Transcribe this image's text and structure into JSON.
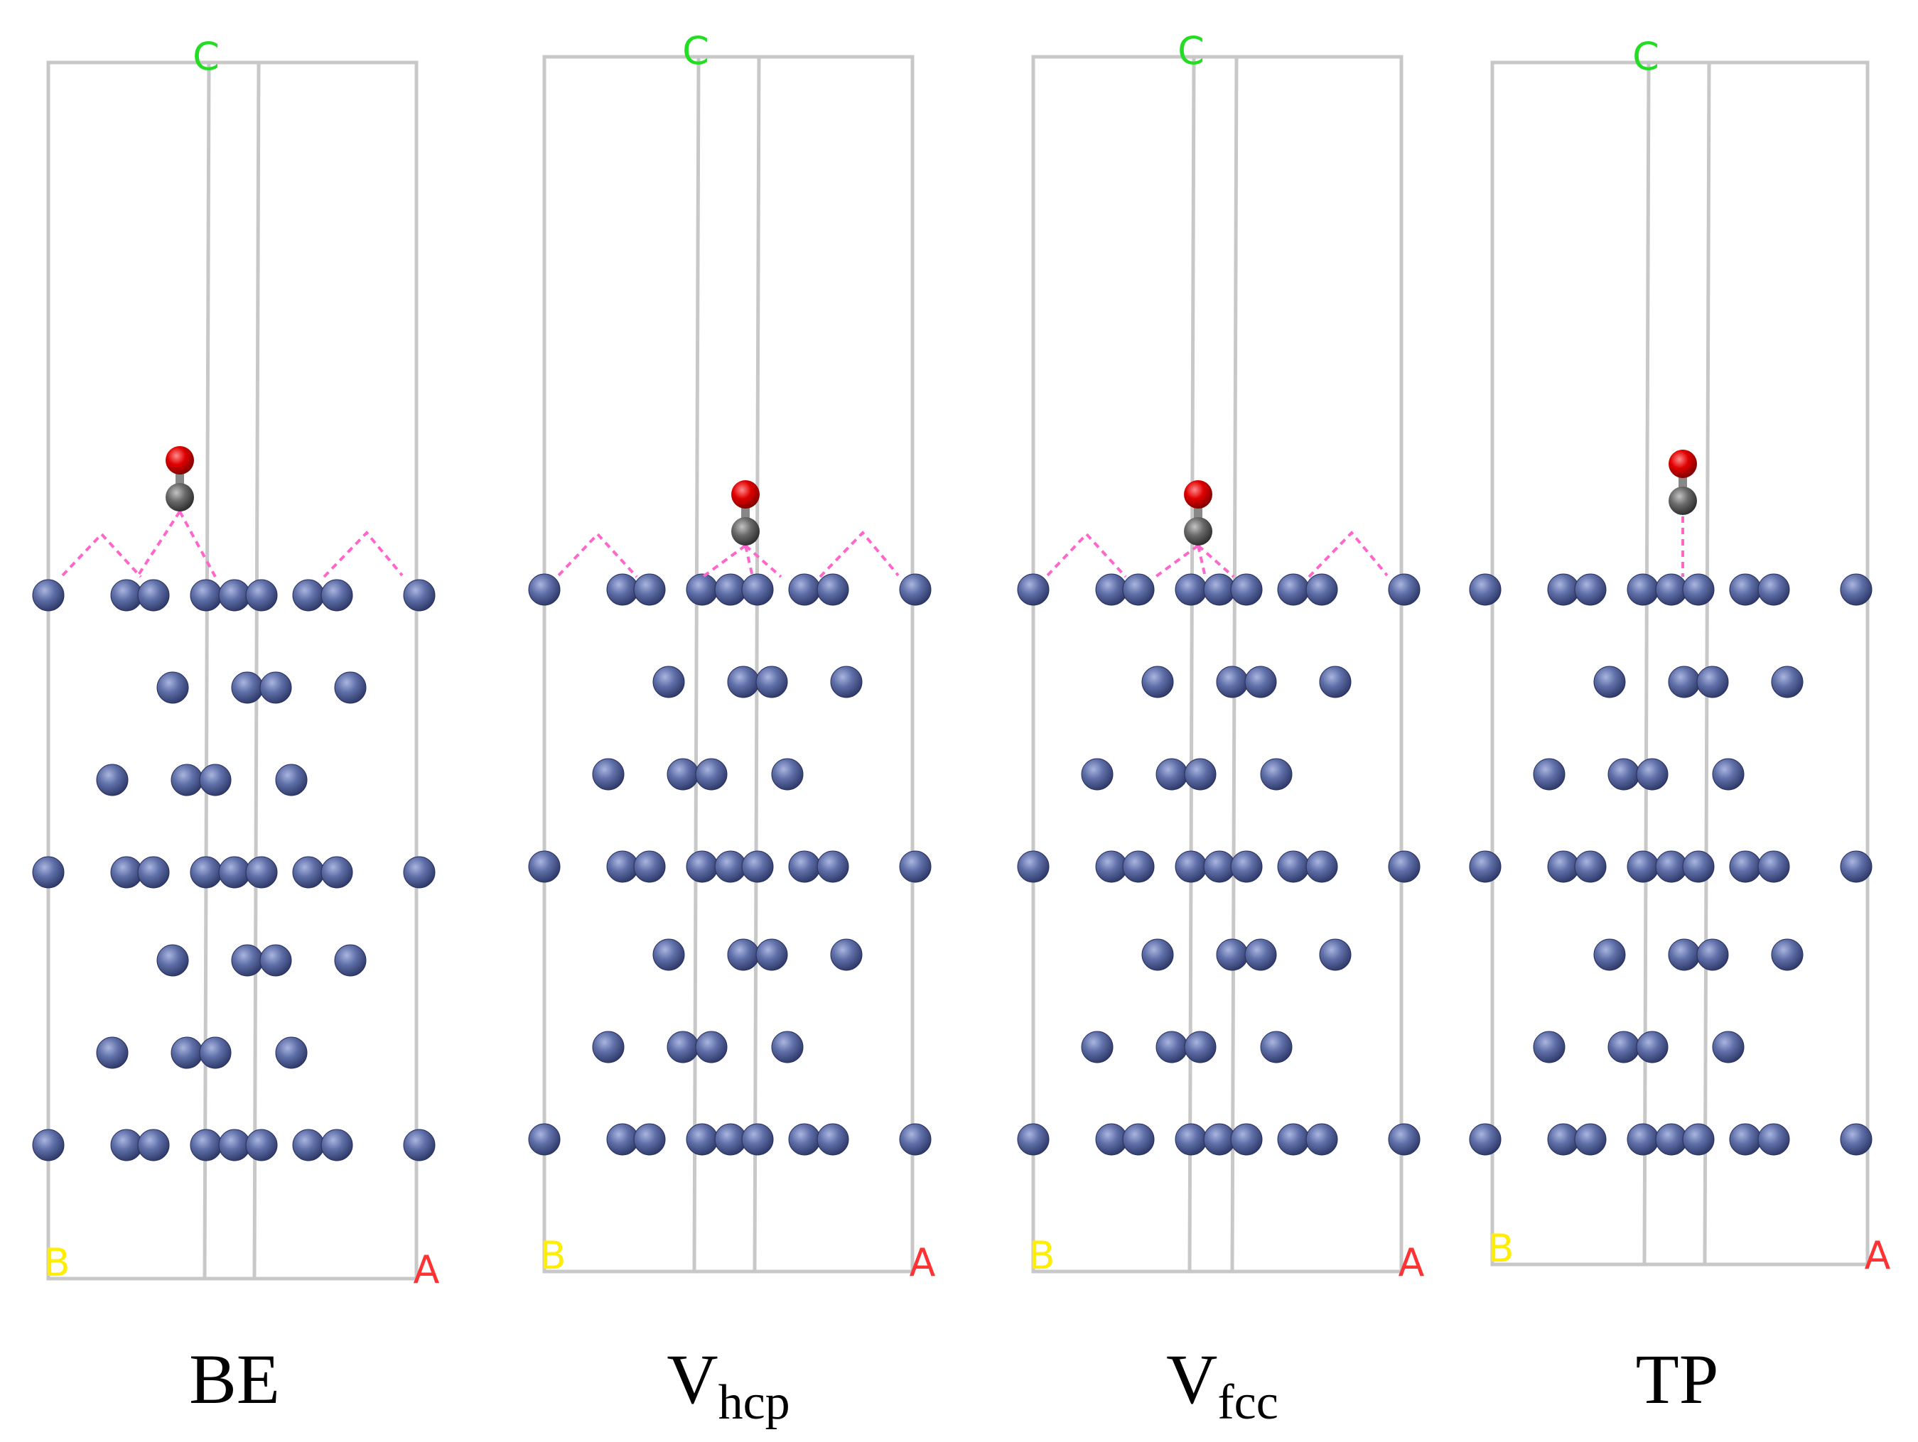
{
  "panels": [
    {
      "label": "BE",
      "sub": "",
      "site": "bridge"
    },
    {
      "label": "V",
      "sub": "hcp",
      "site": "hcp"
    },
    {
      "label": "V",
      "sub": "fcc",
      "site": "fcc"
    },
    {
      "label": "TP",
      "sub": "",
      "site": "top"
    }
  ],
  "axes": {
    "c": "C",
    "b": "B",
    "a": "A"
  },
  "colors": {
    "cell": "#c8c8c8",
    "metal": "#5f6fa8",
    "oxygen": "#e00000",
    "carbon": "#6a6a6a",
    "bond_dash": "#ff66cc",
    "axis_c": "#22dd22",
    "axis_b": "#ffee00",
    "axis_a": "#ff3333"
  }
}
